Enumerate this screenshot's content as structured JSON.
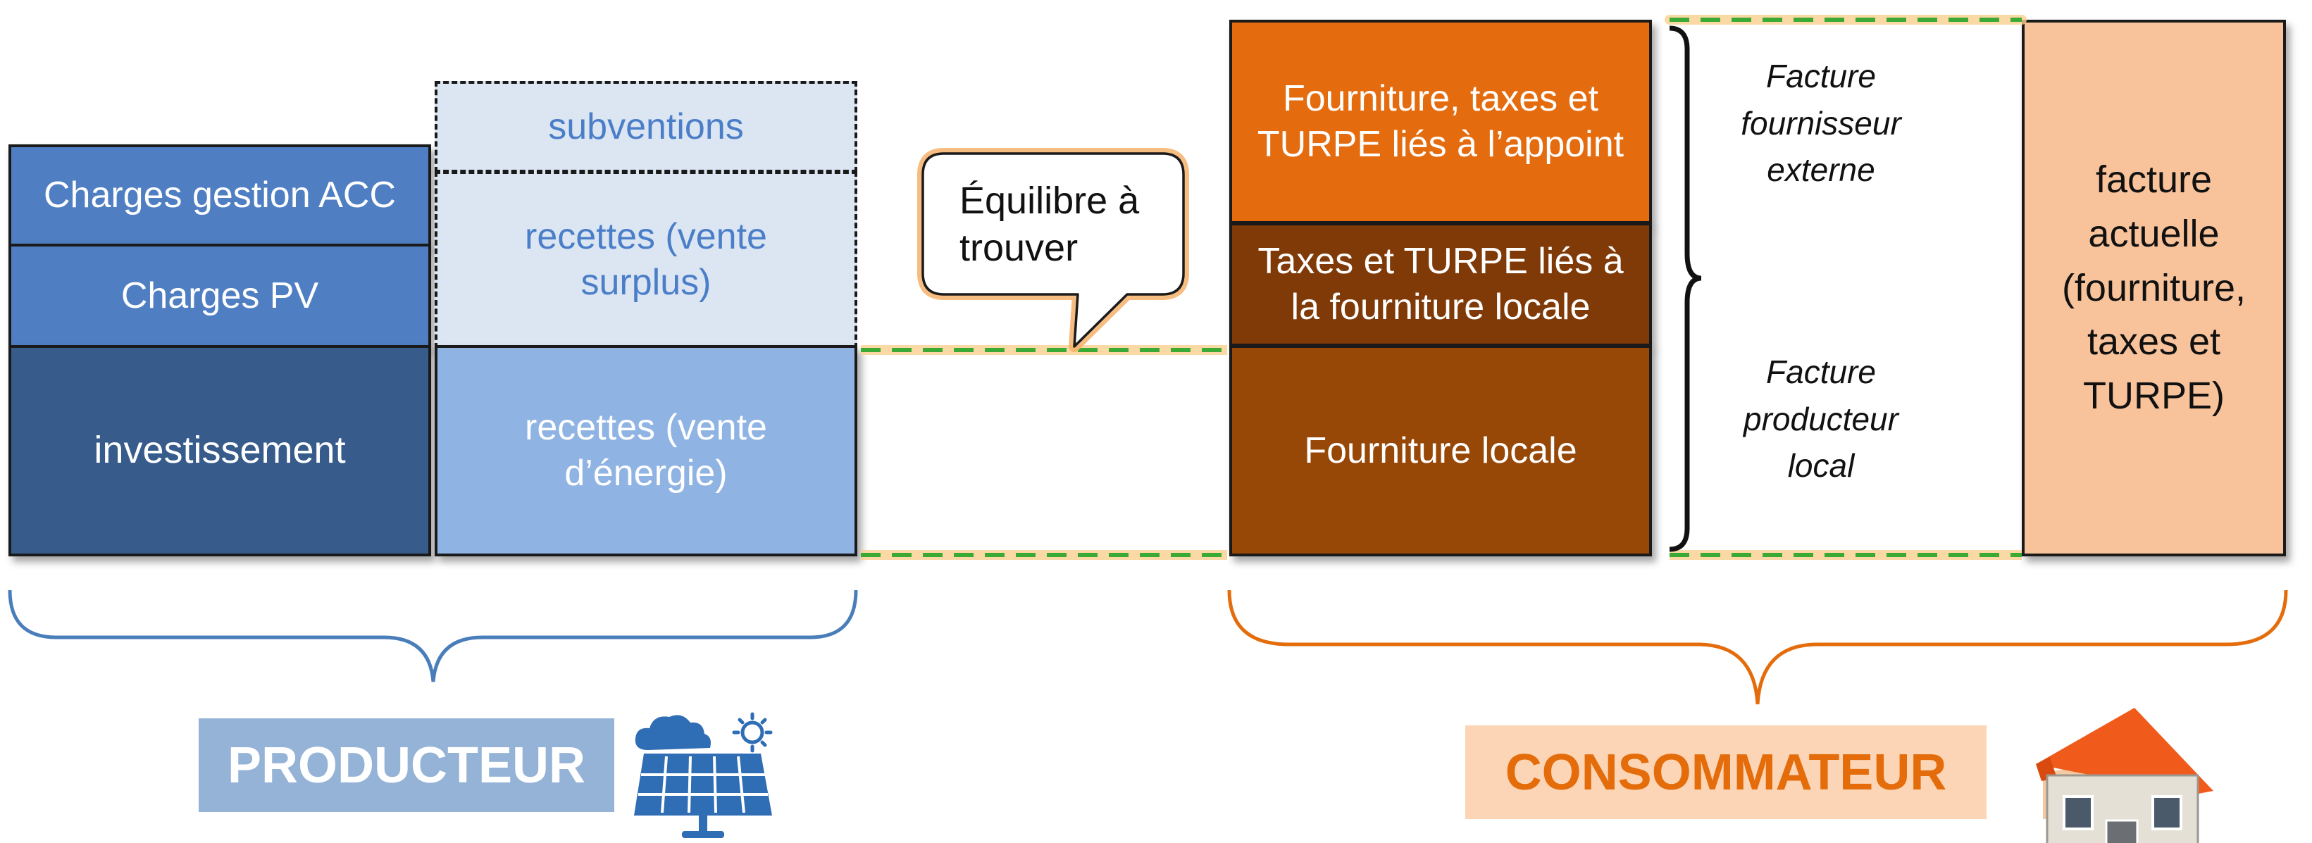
{
  "producer": {
    "charges_gestion": "Charges gestion ACC",
    "charges_pv": "Charges PV",
    "investissement": "investissement",
    "subventions": "subventions",
    "recettes_surplus": "recettes (vente surplus)",
    "recettes_energie": "recettes (vente d’énergie)",
    "label": "PRODUCTEUR"
  },
  "callout": {
    "text": "Équilibre à trouver"
  },
  "consumer": {
    "fourniture_appoint": "Fourniture, taxes et TURPE liés à l’appoint",
    "taxes_turpe_locale": "Taxes et TURPE liés à la fourniture locale",
    "fourniture_locale": "Fourniture locale",
    "facture_externe": "Facture fournisseur externe",
    "facture_locale": "Facture producteur local",
    "facture_actuelle": "facture actuelle (fourniture, taxes et TURPE)",
    "label": "CONSOMMATEUR"
  },
  "icons": {
    "producer": "solar-panel-icon",
    "consumer": "house-icon"
  },
  "colors": {
    "blue_dark": "#375c8c",
    "blue_mid": "#4f7fc2",
    "blue_light": "#8fb3e3",
    "blue_pale": "#dce6f2",
    "orange": "#e46b0e",
    "brown_dark": "#7f3a07",
    "brown": "#974706",
    "peach": "#f8c39b",
    "green_dash": "#3aaa35",
    "producer_label_bg": "#95b3d7",
    "consumer_label_bg": "#fbd5b5",
    "consumer_label_text": "#e46c0a",
    "producer_brace": "#4a7ebb",
    "consumer_brace": "#e46c0a"
  }
}
